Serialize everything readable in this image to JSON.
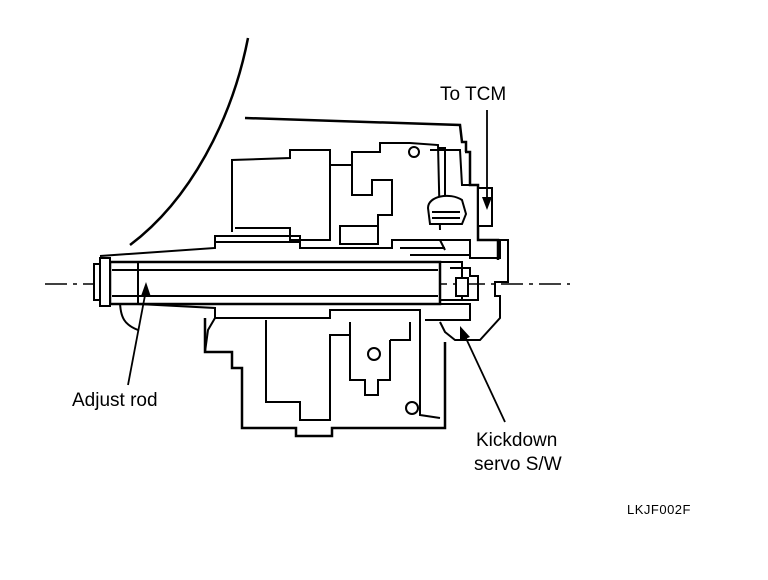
{
  "labels": {
    "to_tcm": "To TCM",
    "adjust_rod": "Adjust rod",
    "kickdown_line1": "Kickdown",
    "kickdown_line2": "servo S/W",
    "figure_code": "LKJF002F"
  },
  "colors": {
    "ink": "#000000",
    "background": "#ffffff"
  }
}
